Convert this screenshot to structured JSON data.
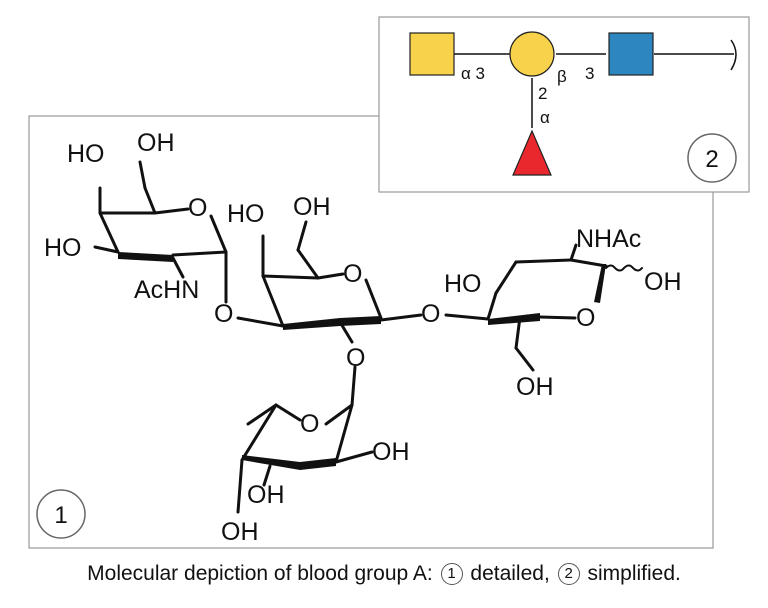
{
  "panel1": {
    "badge": "1",
    "labels": {
      "ho_top": "HO",
      "oh_top": "OH",
      "ring_o1": "O",
      "ho_left": "HO",
      "achn": "AcHN",
      "link_o1": "O",
      "ho_mid": "HO",
      "oh_mid": "OH",
      "ring_o2": "O",
      "link_o2": "O",
      "link_o3": "O",
      "nhac": "NHAc",
      "ho_right": "HO",
      "oh_anomeric": "OH",
      "ring_o3": "O",
      "oh_ch2": "OH",
      "ring_o4": "O",
      "oh_fuc1": "OH",
      "oh_fuc2": "OH",
      "oh_fuc3": "OH"
    }
  },
  "panel2": {
    "badge": "2",
    "linkages": {
      "galnac": "α 3",
      "fuc_position": "2",
      "gal_anomer": "β",
      "gal_position": "3",
      "fuc_anomer": "α"
    },
    "colors": {
      "galnac": "#f8d24a",
      "gal": "#f8d24a",
      "glcnac": "#2e86c1",
      "fuc": "#e8282c"
    }
  },
  "caption": {
    "prefix": "Molecular depiction of blood group A:",
    "num1": "1",
    "word1": "detailed,",
    "num2": "2",
    "word2": "simplified."
  }
}
